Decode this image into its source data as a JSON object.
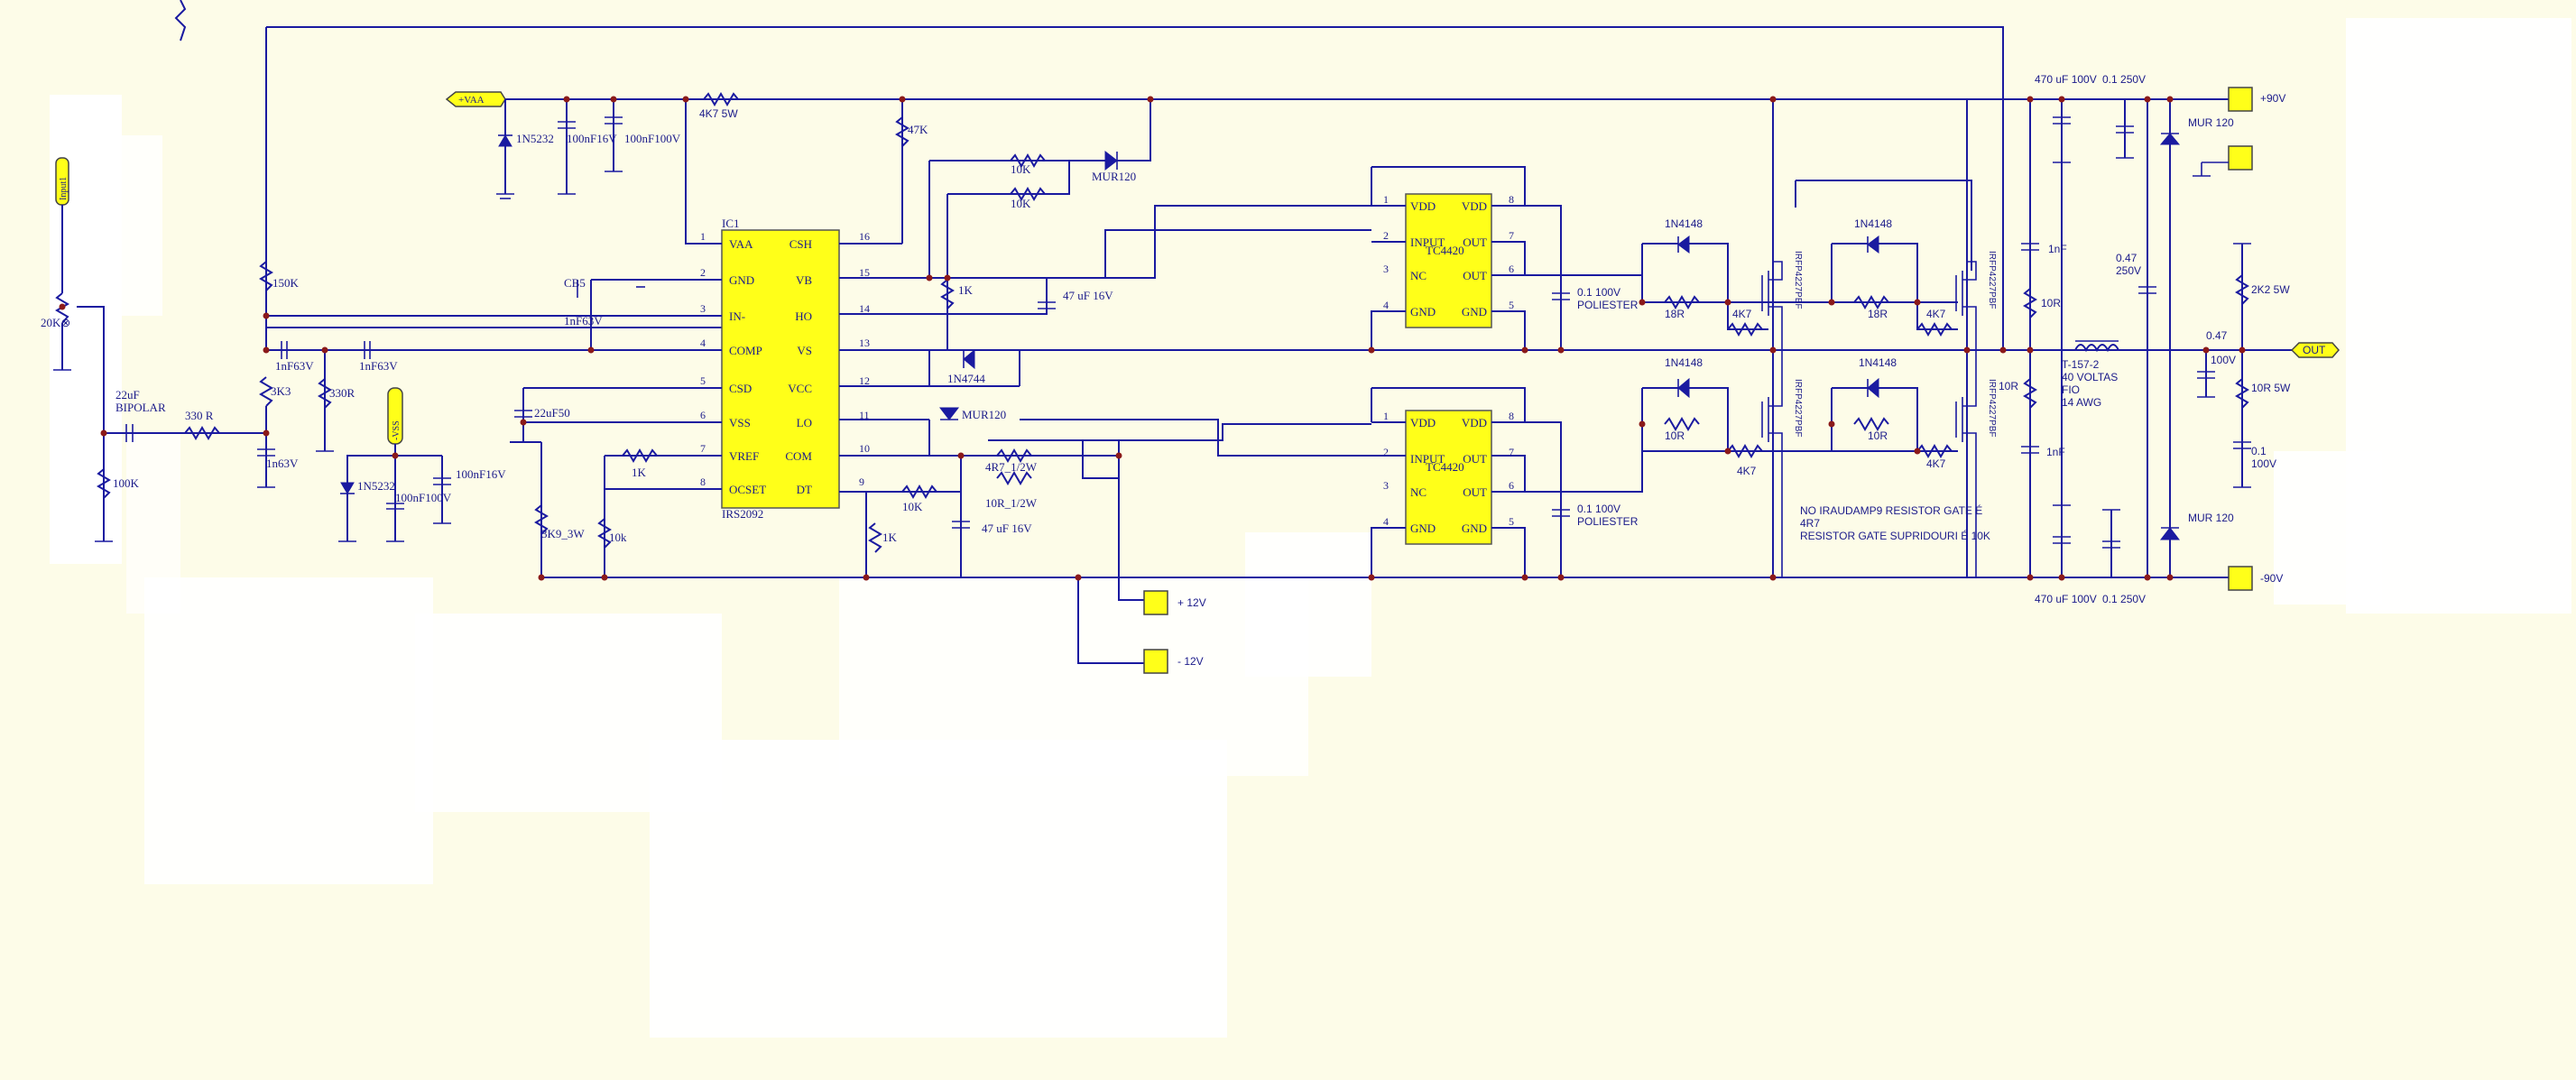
{
  "nets": {
    "vaa": "+VAA",
    "vss": "-VSS",
    "input": "Input1",
    "out": "OUT",
    "p90": "+90V",
    "m90": "-90V",
    "p12": "+ 12V",
    "m12": "- 12V"
  },
  "ic1": {
    "ref": "IC1",
    "part": "IRS2092",
    "pins_left": [
      {
        "num": "1",
        "name": "VAA"
      },
      {
        "num": "2",
        "name": "GND"
      },
      {
        "num": "3",
        "name": "IN-"
      },
      {
        "num": "4",
        "name": "COMP"
      },
      {
        "num": "5",
        "name": "CSD"
      },
      {
        "num": "6",
        "name": "VSS"
      },
      {
        "num": "7",
        "name": "VREF"
      },
      {
        "num": "8",
        "name": "OCSET"
      }
    ],
    "pins_right": [
      {
        "num": "16",
        "name": "CSH"
      },
      {
        "num": "15",
        "name": "VB"
      },
      {
        "num": "14",
        "name": "HO"
      },
      {
        "num": "13",
        "name": "VS"
      },
      {
        "num": "12",
        "name": "VCC"
      },
      {
        "num": "11",
        "name": "LO"
      },
      {
        "num": "10",
        "name": "COM"
      },
      {
        "num": "9",
        "name": "DT"
      }
    ]
  },
  "drivers": [
    {
      "part": "TC4420",
      "left": [
        "VDD",
        "INPUT",
        "NC",
        "GND"
      ],
      "right": [
        "VDD",
        "OUT",
        "OUT",
        "GND"
      ],
      "lnums": [
        "1",
        "2",
        "3",
        "4"
      ],
      "rnums": [
        "8",
        "7",
        "6",
        "5"
      ]
    },
    {
      "part": "TC4420",
      "left": [
        "VDD",
        "INPUT",
        "NC",
        "GND"
      ],
      "right": [
        "VDD",
        "OUT",
        "OUT",
        "GND"
      ],
      "lnums": [
        "1",
        "2",
        "3",
        "4"
      ],
      "rnums": [
        "8",
        "7",
        "6",
        "5"
      ]
    }
  ],
  "labels": {
    "d_1n5232_a": "1N5232",
    "c_100nf16v_a": "100nF16V",
    "c_100nf100v_a": "100nF100V",
    "r_4k7_5w": "4K7 5W",
    "r_47k": "47K",
    "r_10k_a": "10K",
    "r_10k_b": "10K",
    "d_mur120_a": "MUR120",
    "cb5": "CB5",
    "c_1nf63v_a": "1nF63V",
    "c_1nf63v_b": "1nF63V",
    "c_1nf63v_c": "1nF63V",
    "c_1n63v": "1n63V",
    "r_150k": "150K",
    "r_3k3": "3K3",
    "r_330r_a": "330R",
    "r_330r_b": "330 R",
    "pot_20k": "20K⊗",
    "c_22uf": "22uF",
    "c_bipolar": "BIPOLAR",
    "r_100k": "100K",
    "d_1n5232_b": "1N5232",
    "c_100nf100v_b": "100nF100V",
    "c_100nf16v_b": "100nF16V",
    "c_22uf50": "22uF50",
    "r_1k_a": "1K",
    "r_3k9": "3K9_3W",
    "r_10k_c": "10k",
    "r_1k_b": "1K",
    "c_47uf_a": "47 uF 16V",
    "d_1n4744": "1N4744",
    "d_mur120_b": "MUR120",
    "r_4r7": "4R7_1/2W",
    "r_10r": "10R_1/2W",
    "r_10k_d": "10K",
    "r_1k_c": "1K",
    "c_47uf_b": "47 uF 16V",
    "c_poli_a_v": "0.1 100V",
    "c_poli_a_n": "POLIESTER",
    "c_poli_b_v": "0.1 100V",
    "c_poli_b_n": "POLIESTER",
    "d_1n4148_a": "1N4148",
    "d_1n4148_b": "1N4148",
    "d_1n4148_c": "1N4148",
    "d_1n4148_d": "1N4148",
    "r_18r_a": "18R",
    "r_18r_b": "18R",
    "r_10r_g1": "10R",
    "r_10r_g2": "10R",
    "r_4k7_a": "4K7",
    "r_4k7_b": "4K7",
    "r_4k7_c": "4K7",
    "r_4k7_d": "4K7",
    "q_a": "IRFP4227PBF",
    "q_b": "IRFP4227PBF",
    "q_c": "IRFP4227PBF",
    "q_d": "IRFP4227PBF",
    "note1": "NO IRAUDAMP9 RESISTOR GATE É",
    "note2": "4R7",
    "note3": "RESISTOR GATE SUPRIDOURI É 10K",
    "c_470_top": "470 uF 100V",
    "c_01_top": "0.1 250V",
    "c_470_bot": "470 uF 100V",
    "c_01_bot": "0.1 250V",
    "d_mur_top": "MUR 120",
    "d_mur_bot": "MUR 120",
    "c_1nf_a": "1nF",
    "c_1nf_b": "1nF",
    "r_10r_a": "10R",
    "r_10r_b": "10R",
    "c_047": "0.47",
    "c_047_v": "250V",
    "ind_1": "T-157-2",
    "ind_2": "40 VOLTAS",
    "ind_3": "FIO",
    "ind_4": "14 AWG",
    "c_047_b": "0.47",
    "c_100v": "100V",
    "r_2k2": "2K2 5W",
    "r_10r5w": "10R 5W",
    "c_01_out": "0.1",
    "c_01_out_v": "100V"
  }
}
